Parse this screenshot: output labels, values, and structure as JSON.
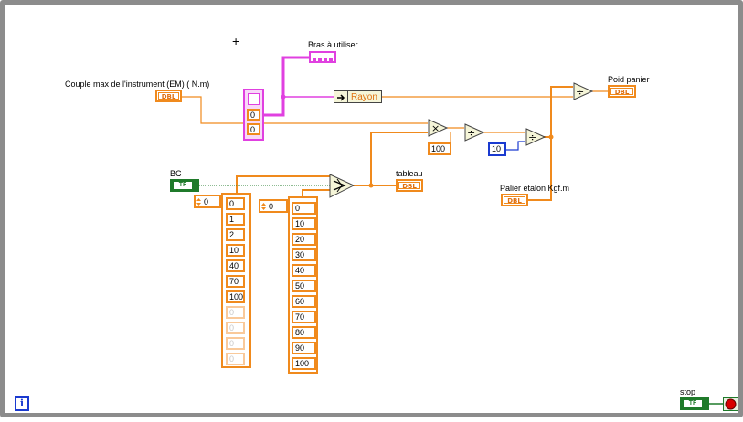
{
  "labels": {
    "couple_max": "Couple max de l'instrument (EM) ( N.m)",
    "bras": "Bras à utiliser",
    "rayon": "Rayon",
    "poid_panier": "Poid panier",
    "bc": "BC",
    "tableau": "tableau",
    "palier": "Palier etalon Kgf.m",
    "stop": "stop"
  },
  "terminals": {
    "dbl": "DBL",
    "tf": "TF"
  },
  "constants": {
    "hundred": "100",
    "ten": "10"
  },
  "cluster": {
    "value_1": "0",
    "value_2": "0"
  },
  "array_1": {
    "index": "0",
    "values": [
      "0",
      "1",
      "2",
      "10",
      "40",
      "70",
      "100"
    ],
    "empty": [
      "0",
      "0",
      "0",
      "0"
    ]
  },
  "array_2": {
    "index": "0",
    "values": [
      "0",
      "10",
      "20",
      "30",
      "40",
      "50",
      "60",
      "70",
      "80",
      "90",
      "100"
    ]
  },
  "glyphs": {
    "multiply": "×",
    "divide": "÷",
    "info": "i",
    "cursor": "+"
  },
  "colors": {
    "numeric_wire": "#f08a1d",
    "cluster_wire": "#e040e0",
    "bool_wire": "#1f7a2a",
    "int_wire": "#1a3ad0"
  }
}
